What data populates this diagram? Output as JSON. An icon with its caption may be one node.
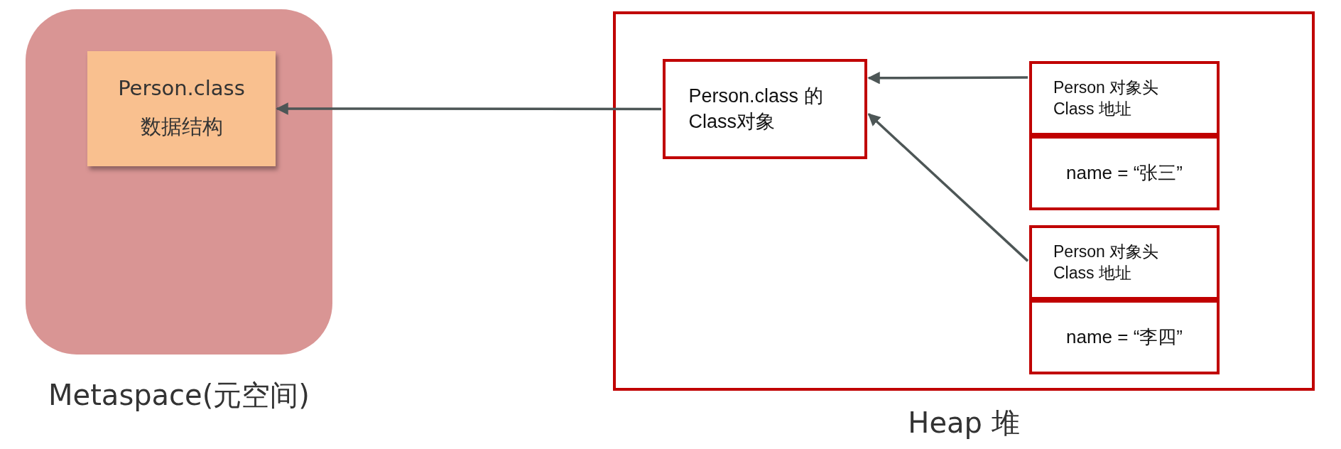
{
  "diagram": {
    "nodes": [
      {
        "text": [
          "Metaspace(元空间)"
        ]
      },
      {
        "text": [
          "Person.class",
          "数据结构"
        ],
        "in": 0
      },
      {
        "text": [
          "Heap 堆"
        ]
      },
      {
        "text": [
          "Person.class 的Class对象"
        ],
        "in": 2
      },
      {
        "text": [
          "Person 对象头 Class 地址"
        ],
        "in": 2
      },
      {
        "text": [
          "name = “张三”"
        ],
        "in": 2
      },
      {
        "text": [
          "Person 对象头 Class 地址"
        ],
        "in": 2
      },
      {
        "text": [
          "name = “李四”"
        ],
        "in": 2
      }
    ],
    "edges": [
      {
        "from": 3,
        "to": 1,
        "arrow": "to"
      },
      {
        "from": 4,
        "to": 3,
        "arrow": "to"
      },
      {
        "from": 6,
        "to": 3,
        "arrow": "to"
      }
    ]
  }
}
